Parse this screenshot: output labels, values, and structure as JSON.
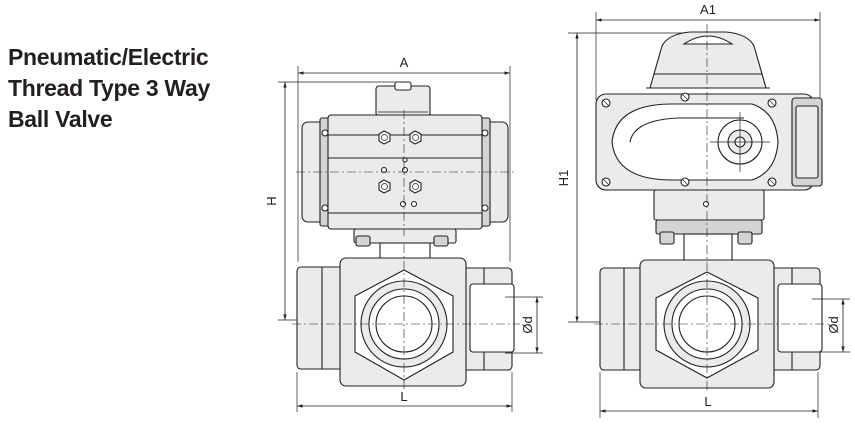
{
  "title": {
    "line1": "Pneumatic/Electric",
    "line2": "Thread Type 3 Way",
    "line3": "Ball Valve"
  },
  "pneumatic_view": {
    "dim_width": "A",
    "dim_height": "H",
    "dim_bore": "Ød",
    "dim_length": "L"
  },
  "electric_view": {
    "dim_width": "A1",
    "dim_height": "H1",
    "dim_bore": "Ød",
    "dim_length": "L"
  }
}
